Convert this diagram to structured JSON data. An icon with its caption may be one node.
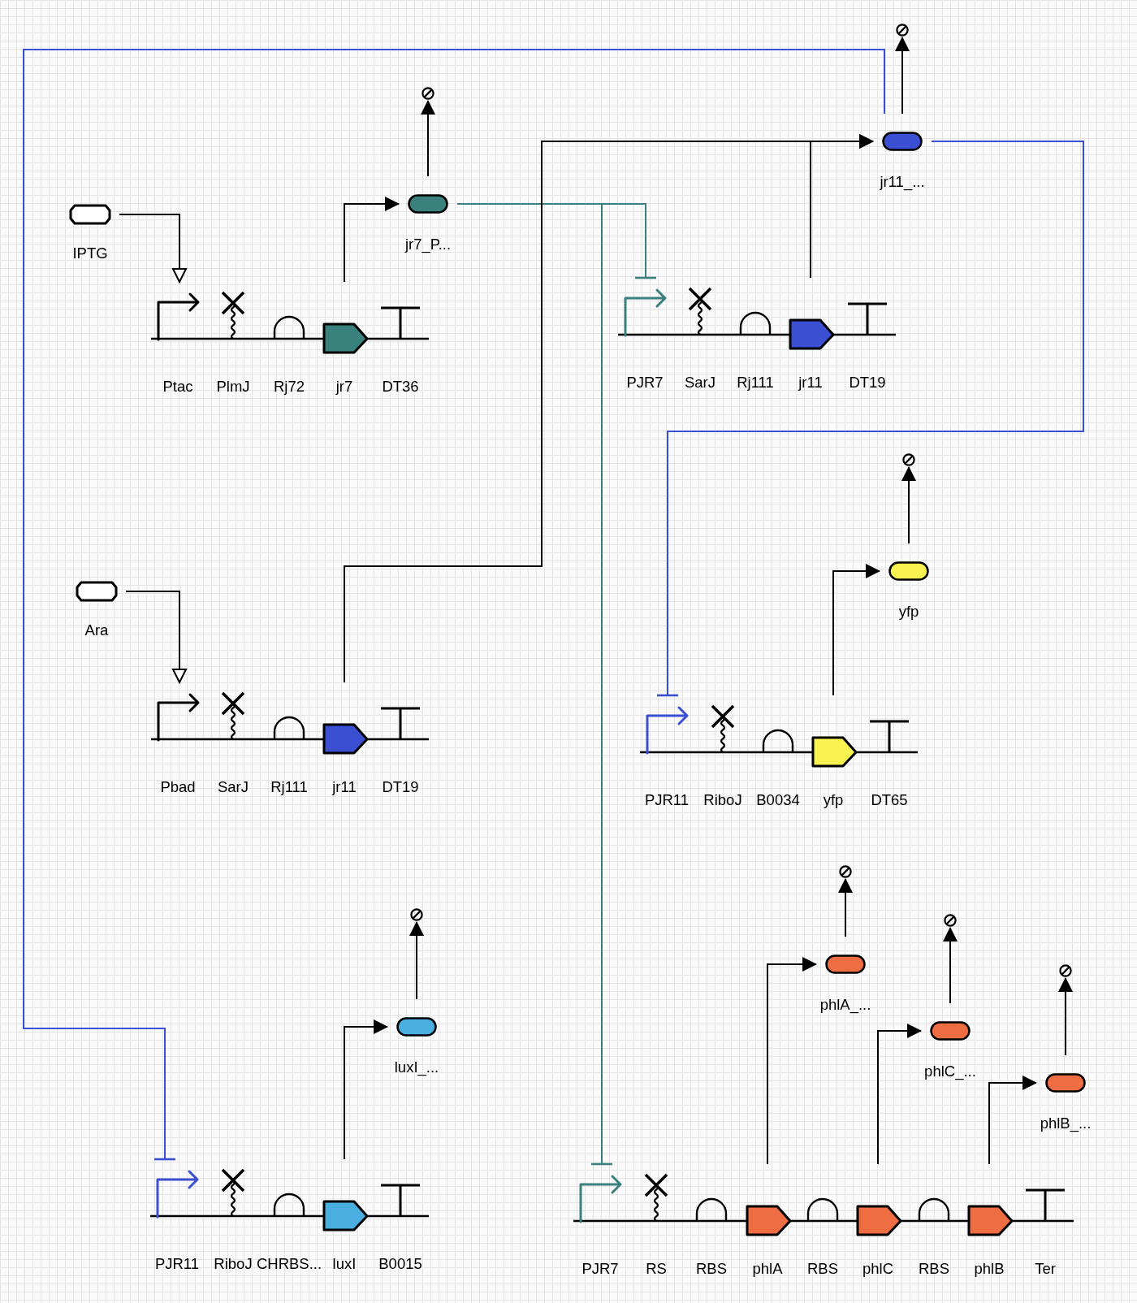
{
  "diagram": {
    "nodes": [
      {
        "text": [
          "IPTG"
        ]
      },
      {
        "text": [
          "Ptac"
        ]
      },
      {
        "text": [
          "PlmJ"
        ]
      },
      {
        "text": [
          "Rj72"
        ]
      },
      {
        "text": [
          "jr7"
        ]
      },
      {
        "text": [
          "DT36"
        ]
      },
      {
        "text": [
          "jr7_P..."
        ]
      },
      {
        "text": [],
        "shape": "circle"
      },
      {
        "text": [
          "jr11_..."
        ]
      },
      {
        "text": [],
        "shape": "circle"
      },
      {
        "text": [
          "PJR7"
        ]
      },
      {
        "text": [
          "SarJ"
        ]
      },
      {
        "text": [
          "Rj111"
        ]
      },
      {
        "text": [
          "jr11"
        ]
      },
      {
        "text": [
          "DT19"
        ]
      },
      {
        "text": [
          "Ara"
        ]
      },
      {
        "text": [
          "Pbad"
        ]
      },
      {
        "text": [
          "SarJ"
        ]
      },
      {
        "text": [
          "Rj111"
        ]
      },
      {
        "text": [
          "jr11"
        ]
      },
      {
        "text": [
          "DT19"
        ]
      },
      {
        "text": [
          "yfp"
        ]
      },
      {
        "text": [],
        "shape": "circle"
      },
      {
        "text": [
          "PJR11"
        ]
      },
      {
        "text": [
          "RiboJ"
        ]
      },
      {
        "text": [
          "B0034"
        ]
      },
      {
        "text": [
          "yfp"
        ]
      },
      {
        "text": [
          "DT65"
        ]
      },
      {
        "text": [
          "luxI_..."
        ]
      },
      {
        "text": [],
        "shape": "circle"
      },
      {
        "text": [
          "PJR11"
        ]
      },
      {
        "text": [
          "RiboJ"
        ]
      },
      {
        "text": [
          "CHRBS..."
        ]
      },
      {
        "text": [
          "luxI"
        ]
      },
      {
        "text": [
          "B0015"
        ]
      },
      {
        "text": [
          "phlA_..."
        ]
      },
      {
        "text": [],
        "shape": "circle"
      },
      {
        "text": [
          "phlC_..."
        ]
      },
      {
        "text": [],
        "shape": "circle"
      },
      {
        "text": [
          "phlB_..."
        ]
      },
      {
        "text": [],
        "shape": "circle"
      },
      {
        "text": [
          "PJR7"
        ]
      },
      {
        "text": [
          "RS"
        ]
      },
      {
        "text": [
          "RBS"
        ]
      },
      {
        "text": [
          "phlA"
        ]
      },
      {
        "text": [
          "RBS"
        ]
      },
      {
        "text": [
          "phlC"
        ]
      },
      {
        "text": [
          "RBS"
        ]
      },
      {
        "text": [
          "phlB"
        ]
      },
      {
        "text": [
          "Ter"
        ]
      }
    ],
    "edges": [
      {
        "from": 0,
        "to": 1,
        "arrow": "to"
      },
      {
        "from": 4,
        "to": 6,
        "arrow": "to"
      },
      {
        "from": 6,
        "to": 7,
        "arrow": "to"
      },
      {
        "from": 6,
        "to": 10,
        "arrow": "other",
        "color": "#3a807c"
      },
      {
        "from": 6,
        "to": 41,
        "arrow": "other",
        "color": "#3a807c"
      },
      {
        "from": 13,
        "to": 8,
        "arrow": "to"
      },
      {
        "from": 19,
        "to": 8,
        "arrow": "to"
      },
      {
        "from": 8,
        "to": 9,
        "arrow": "to"
      },
      {
        "from": 8,
        "to": 23,
        "arrow": "other",
        "color": "#3a4fd1"
      },
      {
        "from": 8,
        "to": 30,
        "arrow": "other",
        "color": "#3a4fd1"
      },
      {
        "from": 15,
        "to": 16,
        "arrow": "to"
      },
      {
        "from": 26,
        "to": 21,
        "arrow": "to"
      },
      {
        "from": 21,
        "to": 22,
        "arrow": "to"
      },
      {
        "from": 33,
        "to": 28,
        "arrow": "to"
      },
      {
        "from": 28,
        "to": 29,
        "arrow": "to"
      },
      {
        "from": 44,
        "to": 35,
        "arrow": "to"
      },
      {
        "from": 35,
        "to": 36,
        "arrow": "to"
      },
      {
        "from": 46,
        "to": 37,
        "arrow": "to"
      },
      {
        "from": 37,
        "to": 38,
        "arrow": "to"
      },
      {
        "from": 48,
        "to": 39,
        "arrow": "to"
      },
      {
        "from": 39,
        "to": 40,
        "arrow": "to"
      }
    ]
  }
}
